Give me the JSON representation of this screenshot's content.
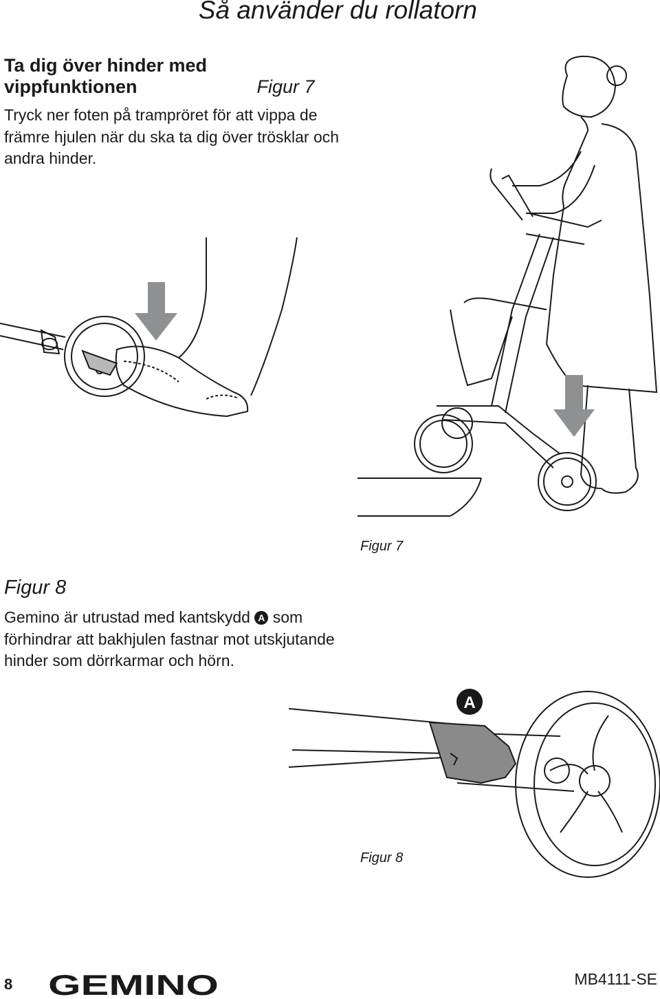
{
  "header": {
    "title": "Så använder du rollatorn"
  },
  "section1": {
    "title": "Ta dig över hinder med vippfunktionen",
    "figure_ref": "Figur 7",
    "body": "Tryck ner foten på trampröret för att vippa de främre hjulen när du ska ta dig över trösklar och andra hinder."
  },
  "figure7": {
    "caption": "Figur 7"
  },
  "section2": {
    "heading": "Figur 8",
    "body_before": "Gemino är utrustad med kantskydd",
    "badge": "A",
    "body_after": "som förhindrar att bakhjulen fastnar mot utskjutande hinder som dörrkarmar och hörn."
  },
  "figure8": {
    "caption": "Figur 8",
    "label": "A"
  },
  "footer": {
    "page_number": "8",
    "logo": "GEMINO",
    "doc_code": "MB4111-SE"
  },
  "colors": {
    "arrow": "#8e9092",
    "line": "#1a1a1a",
    "guard": "#8a8a8a"
  },
  "icons": {
    "arrow": "down-arrow-icon"
  }
}
